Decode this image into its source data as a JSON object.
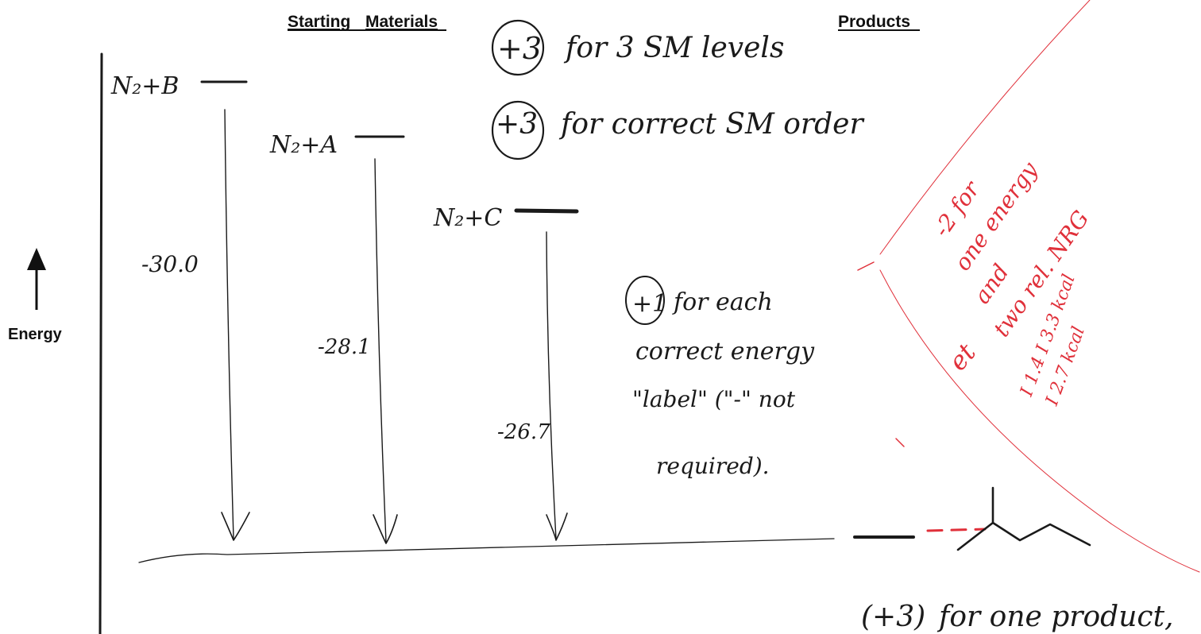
{
  "headers": {
    "starting_materials_1": "Starting",
    "starting_materials_2": "Materials",
    "products": "Products"
  },
  "axis": {
    "label": "Energy"
  },
  "levels": [
    {
      "label": "N₂+B",
      "value": "-30.0"
    },
    {
      "label": "N₂+A",
      "value": "-28.1"
    },
    {
      "label": "N₂+C",
      "value": "-26.7"
    }
  ],
  "rubric": {
    "sm_levels_points": "+3",
    "sm_levels_text": "for 3 SM levels",
    "sm_order_points": "+3",
    "sm_order_text": "for correct SM order",
    "energy_label_points": "+1",
    "energy_label_line1": "for each",
    "energy_label_line2": "correct energy",
    "energy_label_line3": "\"label\" (\"-\" not",
    "energy_label_line4": "required).",
    "product_points": "(+3)",
    "product_text": "for one product,"
  },
  "red_note": {
    "line1": "-2 for",
    "line2": "one energy",
    "line3": "and",
    "line4": "two rel. NRG",
    "line5": "et",
    "line6": "I 1.4 I 3.3 kcal",
    "line7": "I 2.7 kcal"
  },
  "colors": {
    "ink": "#1a1a1a",
    "red_ink": "#e0303a"
  }
}
